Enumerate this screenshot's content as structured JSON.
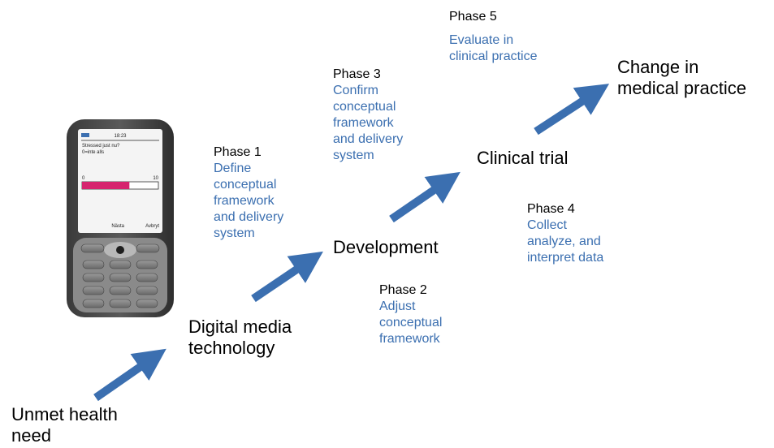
{
  "steps": {
    "unmet": "Unmet health\nneed",
    "digital": "Digital media\ntechnology",
    "development": "Development",
    "clinical": "Clinical trial",
    "change": "Change in\nmedical practice"
  },
  "phases": [
    {
      "name": "Phase 1",
      "text": "Define\nconceptual\nframework\nand delivery\nsystem"
    },
    {
      "name": "Phase 2",
      "text": "Adjust\nconceptual\nframework"
    },
    {
      "name": "Phase 3",
      "text": "Confirm\nconceptual\nframework\nand delivery\nsystem"
    },
    {
      "name": "Phase 4",
      "text": "Collect\nanalyze, and\ninterpret data"
    },
    {
      "name": "Phase 5",
      "text": "Evaluate in\nclinical practice"
    }
  ],
  "phone": {
    "time": "18:23",
    "question": "Stressed just nu?",
    "scale_hint": "0=inte alls",
    "min": "0",
    "max": "10",
    "next": "Nästa",
    "cancel": "Avbryt",
    "level_fraction": 0.62
  },
  "colors": {
    "arrow": "#3b6fb0",
    "phase_text": "#3b6fb0",
    "slider": "#d6246e"
  }
}
